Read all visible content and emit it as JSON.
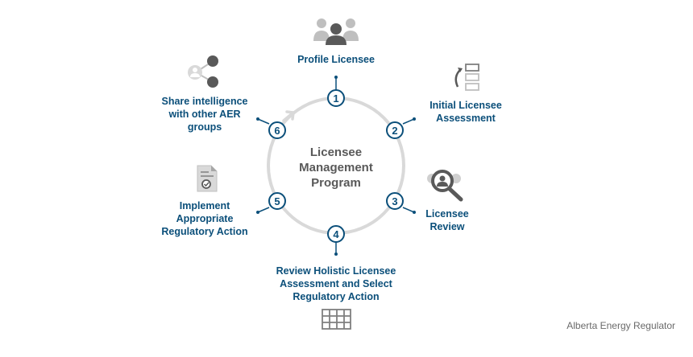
{
  "center": {
    "lines": [
      "Licensee",
      "Management",
      "Program"
    ]
  },
  "steps": [
    {
      "number": "1",
      "lines": [
        "Profile Licensee"
      ],
      "icon": "people-group-icon"
    },
    {
      "number": "2",
      "lines": [
        "Initial Licensee",
        "Assessment"
      ],
      "icon": "flowchart-cycle-icon"
    },
    {
      "number": "3",
      "lines": [
        "Licensee",
        "Review"
      ],
      "icon": "magnifier-person-icon"
    },
    {
      "number": "4",
      "lines": [
        "Review Holistic Licensee",
        "Assessment and Select",
        "Regulatory Action"
      ],
      "icon": "grid-table-icon"
    },
    {
      "number": "5",
      "lines": [
        "Implement",
        "Appropriate",
        "Regulatory Action"
      ],
      "icon": "document-check-icon"
    },
    {
      "number": "6",
      "lines": [
        "Share intelligence",
        "with other AER",
        "groups"
      ],
      "icon": "share-nodes-icon"
    }
  ],
  "footer": "Alberta Energy Regulator",
  "colors": {
    "primary": "#0b4f7a",
    "ring": "#d9d9d9",
    "icon": "#7f7f7f",
    "center_text": "#595959"
  }
}
